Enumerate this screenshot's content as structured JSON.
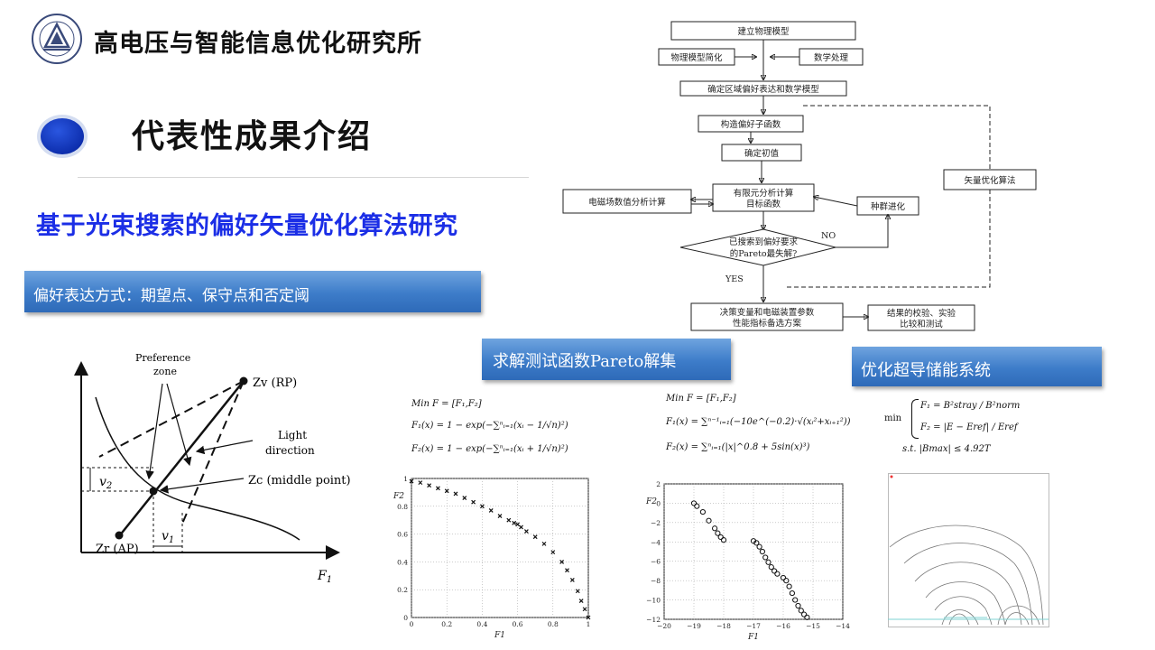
{
  "header": {
    "org_title": "高电压与智能信息优化研究所",
    "logo_icon": "university-logo-icon"
  },
  "section": {
    "title": "代表性成果介绍",
    "bullet_color": "#1436c8"
  },
  "subtitle": "基于光束搜索的偏好矢量优化算法研究",
  "bars": {
    "preference": "偏好表达方式：期望点、保守点和否定阈",
    "pareto": "求解测试函数Pareto解集",
    "smes": "优化超导储能系统"
  },
  "diagram": {
    "preference_zone": [
      "Preference",
      "zone"
    ],
    "zv": "Zv (RP)",
    "light": [
      "Light",
      "direction"
    ],
    "zc": "Zc (middle point)",
    "zr": "Zr (AP)",
    "v1": "v",
    "v1_sub": "1",
    "v2": "v",
    "v2_sub": "2",
    "f1": "F",
    "f1_sub": "1"
  },
  "flowchart": {
    "b1": "建立物理模型",
    "b2": "物理模型简化",
    "b3": "数学处理",
    "b4": "确定区域偏好表达和数学模型",
    "b5": "构造偏好子函数",
    "b6": "确定初值",
    "b7a": "有限元分析计算",
    "b7b": "目标函数",
    "b8": "电磁场数值分析计算",
    "b9": "种群进化",
    "b10": "矢量优化算法",
    "d1a": "已搜索到偏好要求",
    "d1b": "的Pareto最失解?",
    "no": "NO",
    "yes": "YES",
    "b11a": "决策变量和电磁装置参数",
    "b11b": "性能指标备选方案",
    "b12a": "结果的校验、实验",
    "b12b": "比较和测试"
  },
  "equations": {
    "left_min": "Min F = [F₁,F₂]",
    "left_f1": "F₁(x) = 1 − exp(−∑ⁿᵢ₌₁(xᵢ − 1/√n)²)",
    "left_f2": "F₂(x) = 1 − exp(−∑ⁿᵢ₌₁(xᵢ + 1/√n)²)",
    "mid_min": "Min F = [F₁,F₂]",
    "mid_f1": "F₁(x) = ∑ⁿ⁻¹ᵢ₌₁(−10e^(−0.2)·√(xᵢ²+xᵢ₊₁²))",
    "mid_f2": "F₂(x) = ∑ⁿᵢ₌₁(|x|^0.8 + 5sin(x)³)",
    "right_min": "min",
    "right_f1": "F₁ = B²stray / B²norm",
    "right_f2": "F₂ = |E − Eref| / Eref",
    "right_st": "s.t. |Bmax| ≤ 4.92T"
  },
  "chart_data": [
    {
      "type": "scatter",
      "xlabel": "F1",
      "ylabel": "F2",
      "xlim": [
        0,
        1
      ],
      "ylim": [
        0,
        1
      ],
      "xticks": [
        "0",
        "0.2",
        "0.4",
        "0.6",
        "0.8",
        "1"
      ],
      "yticks": [
        "0",
        "0.2",
        "0.4",
        "0.6",
        "0.8",
        "1"
      ],
      "grid": true,
      "x": [
        0,
        0.05,
        0.1,
        0.15,
        0.2,
        0.25,
        0.3,
        0.35,
        0.4,
        0.45,
        0.5,
        0.55,
        0.58,
        0.6,
        0.62,
        0.65,
        0.7,
        0.75,
        0.8,
        0.85,
        0.88,
        0.91,
        0.94,
        0.96,
        0.98,
        1.0
      ],
      "y": [
        0.98,
        0.97,
        0.95,
        0.93,
        0.91,
        0.89,
        0.86,
        0.83,
        0.8,
        0.77,
        0.73,
        0.7,
        0.68,
        0.67,
        0.65,
        0.62,
        0.58,
        0.53,
        0.47,
        0.4,
        0.34,
        0.27,
        0.19,
        0.12,
        0.06,
        0.0
      ]
    },
    {
      "type": "scatter",
      "xlabel": "F1",
      "ylabel": "F2",
      "xlim": [
        -20,
        -14
      ],
      "ylim": [
        -12,
        2
      ],
      "xticks": [
        "−20",
        "−19",
        "−18",
        "−17",
        "−16",
        "−15",
        "−14"
      ],
      "yticks": [
        "−12",
        "−10",
        "−8",
        "−6",
        "−4",
        "−2",
        "0",
        "2"
      ],
      "grid": true,
      "x": [
        -19.0,
        -18.9,
        -18.7,
        -18.5,
        -18.3,
        -18.2,
        -18.1,
        -18.0,
        -17.0,
        -16.9,
        -16.8,
        -16.7,
        -16.6,
        -16.5,
        -16.4,
        -16.3,
        -16.2,
        -16.0,
        -15.9,
        -15.8,
        -15.7,
        -15.6,
        -15.5,
        -15.4,
        -15.3,
        -15.2
      ],
      "y": [
        0.0,
        -0.3,
        -0.9,
        -1.8,
        -2.6,
        -3.1,
        -3.5,
        -3.8,
        -3.9,
        -4.1,
        -4.5,
        -5.0,
        -5.6,
        -6.1,
        -6.6,
        -7.0,
        -7.3,
        -7.7,
        -8.0,
        -8.6,
        -9.3,
        -10.0,
        -10.6,
        -11.1,
        -11.5,
        -11.8
      ]
    }
  ]
}
